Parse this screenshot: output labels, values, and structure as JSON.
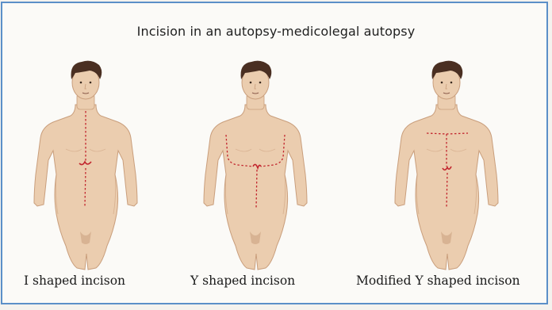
{
  "title": "Incision in an autopsy-medicolegal  autopsy",
  "figures": [
    {
      "caption": "I shaped incison"
    },
    {
      "caption": "Y shaped incison"
    },
    {
      "caption": "Modified Y shaped incison"
    }
  ],
  "colors": {
    "skin": "#ebcdaf",
    "skin_shadow": "#c99e7c",
    "hair": "#4a2f22",
    "incision": "#c2262e",
    "border": "#5b8fc8"
  }
}
